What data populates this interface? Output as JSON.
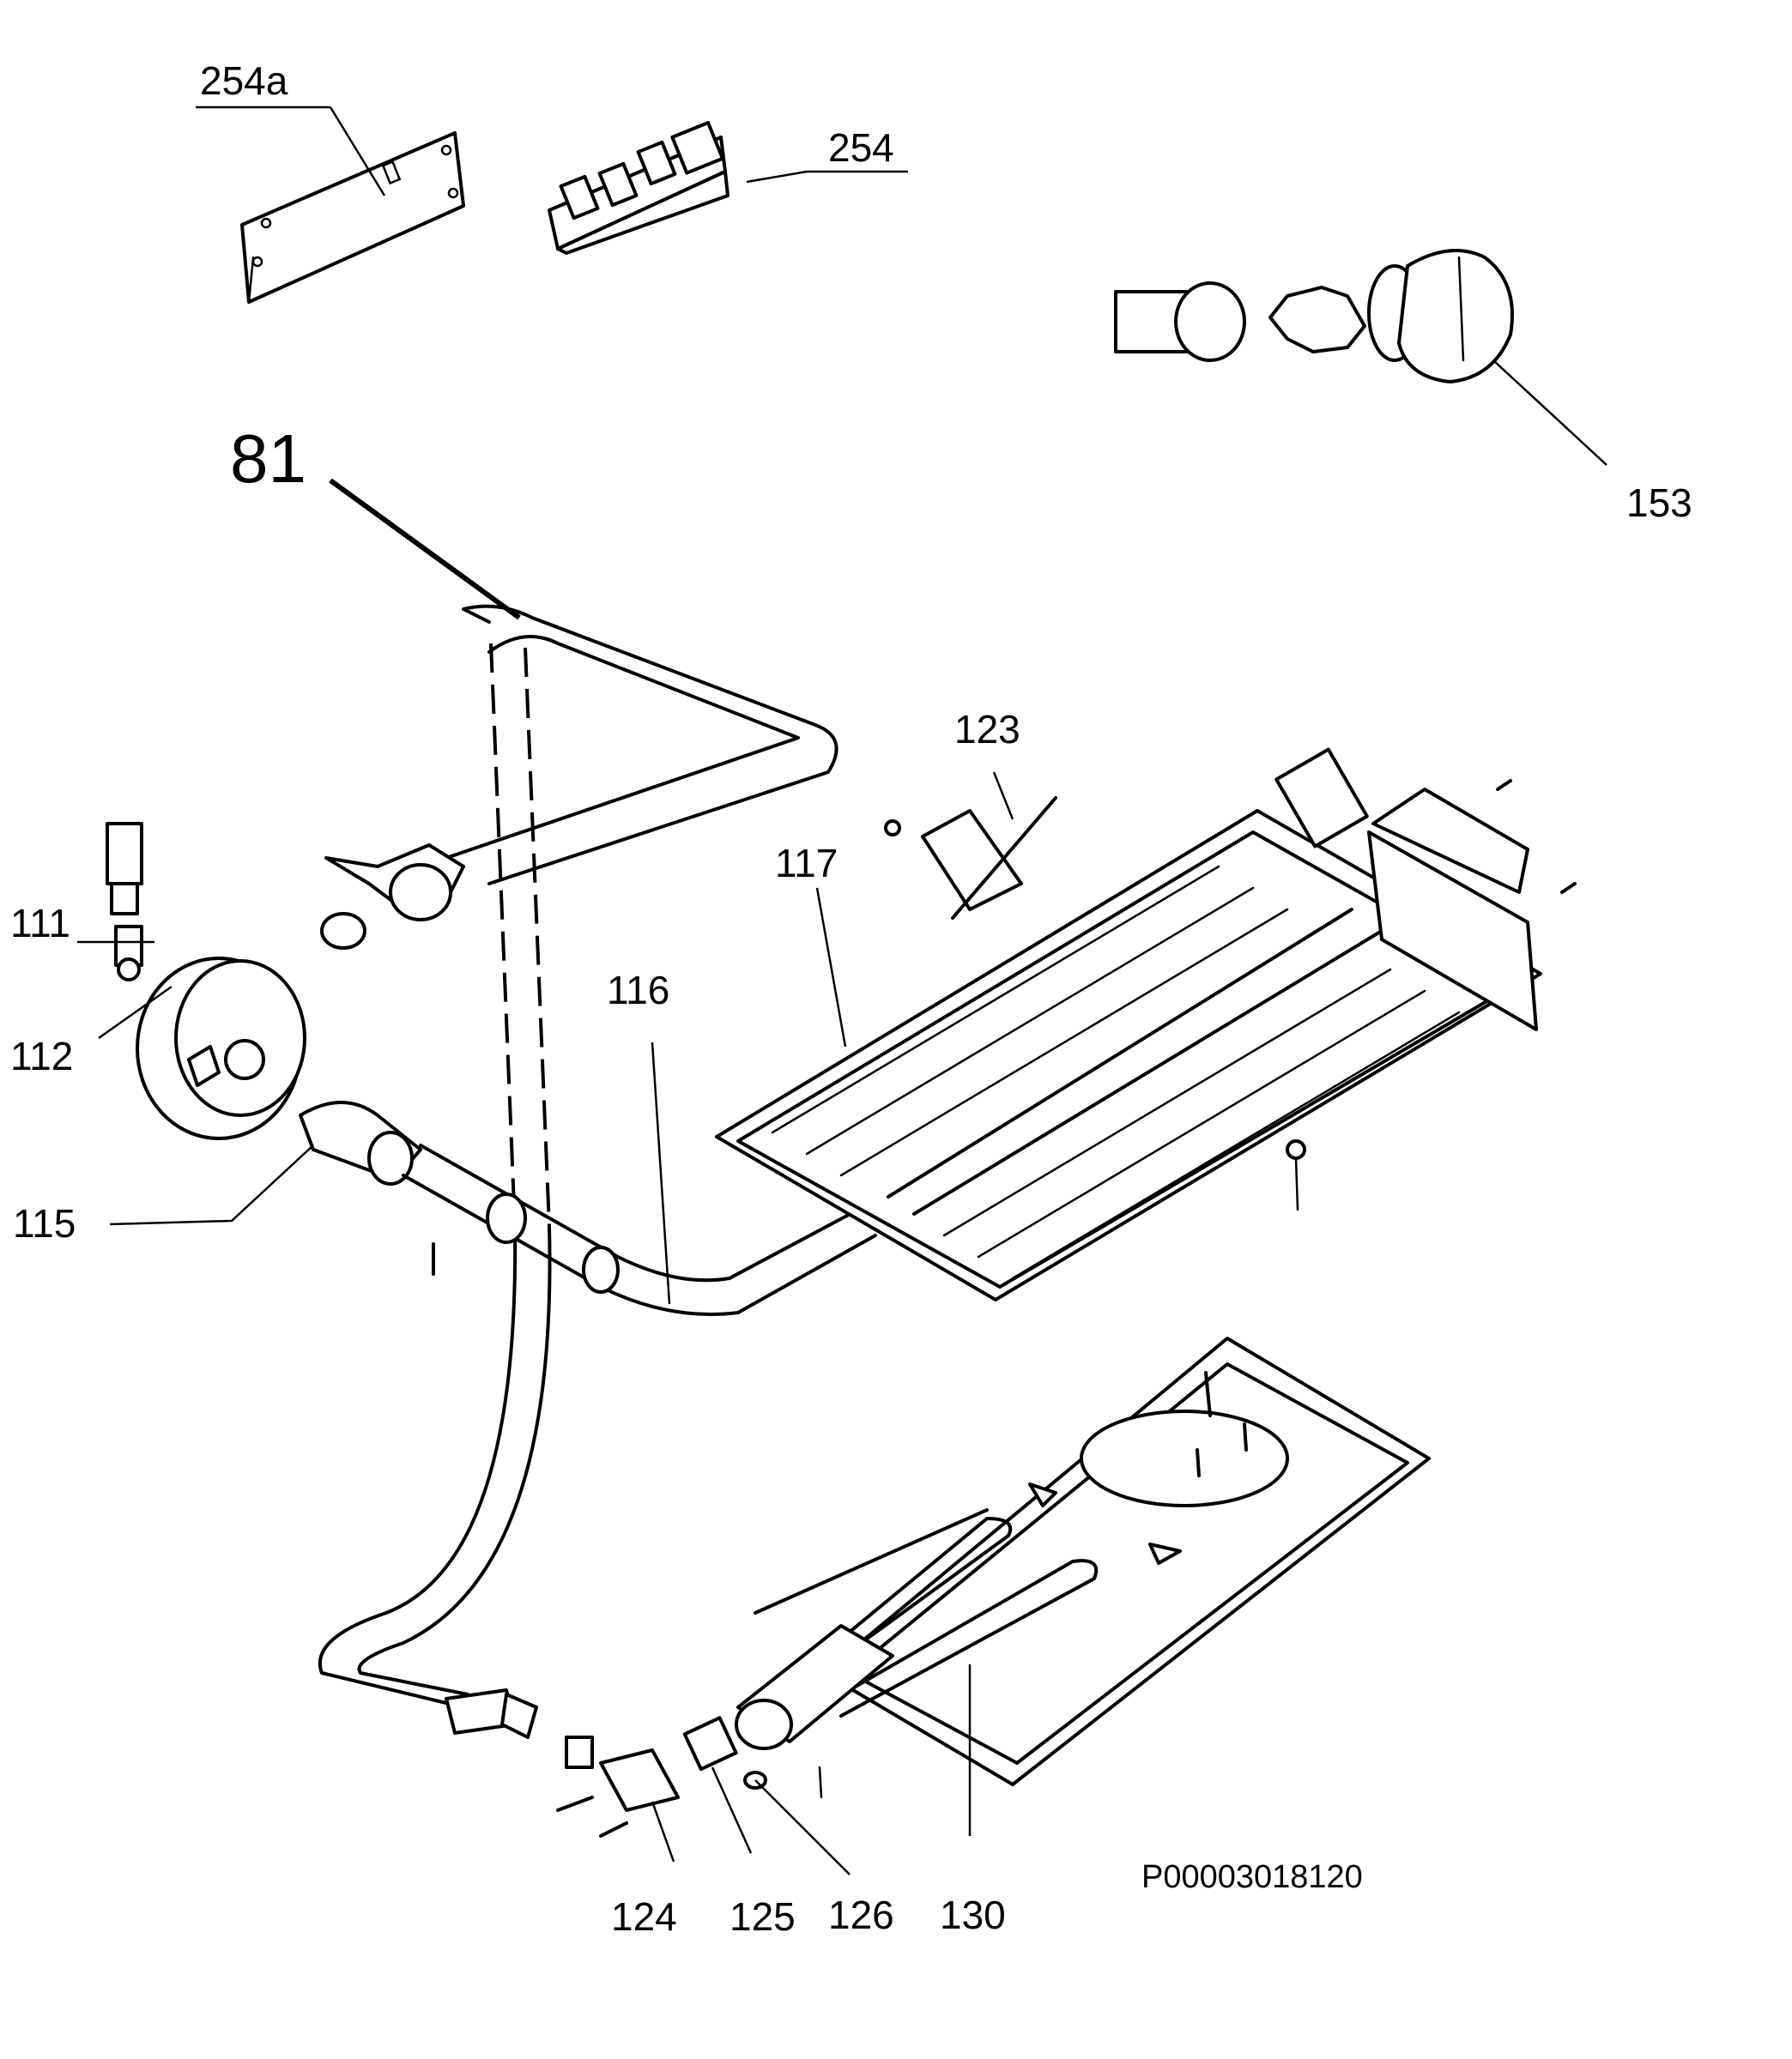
{
  "callouts": {
    "c254a": "254a",
    "c254": "254",
    "c153": "153",
    "c81": "81",
    "c123": "123",
    "c117": "117",
    "c111": "111",
    "c116": "116",
    "c112": "112",
    "c115": "115",
    "c124": "124",
    "c125": "125",
    "c126": "126",
    "c130": "130"
  },
  "reference_code": "P00003018120"
}
